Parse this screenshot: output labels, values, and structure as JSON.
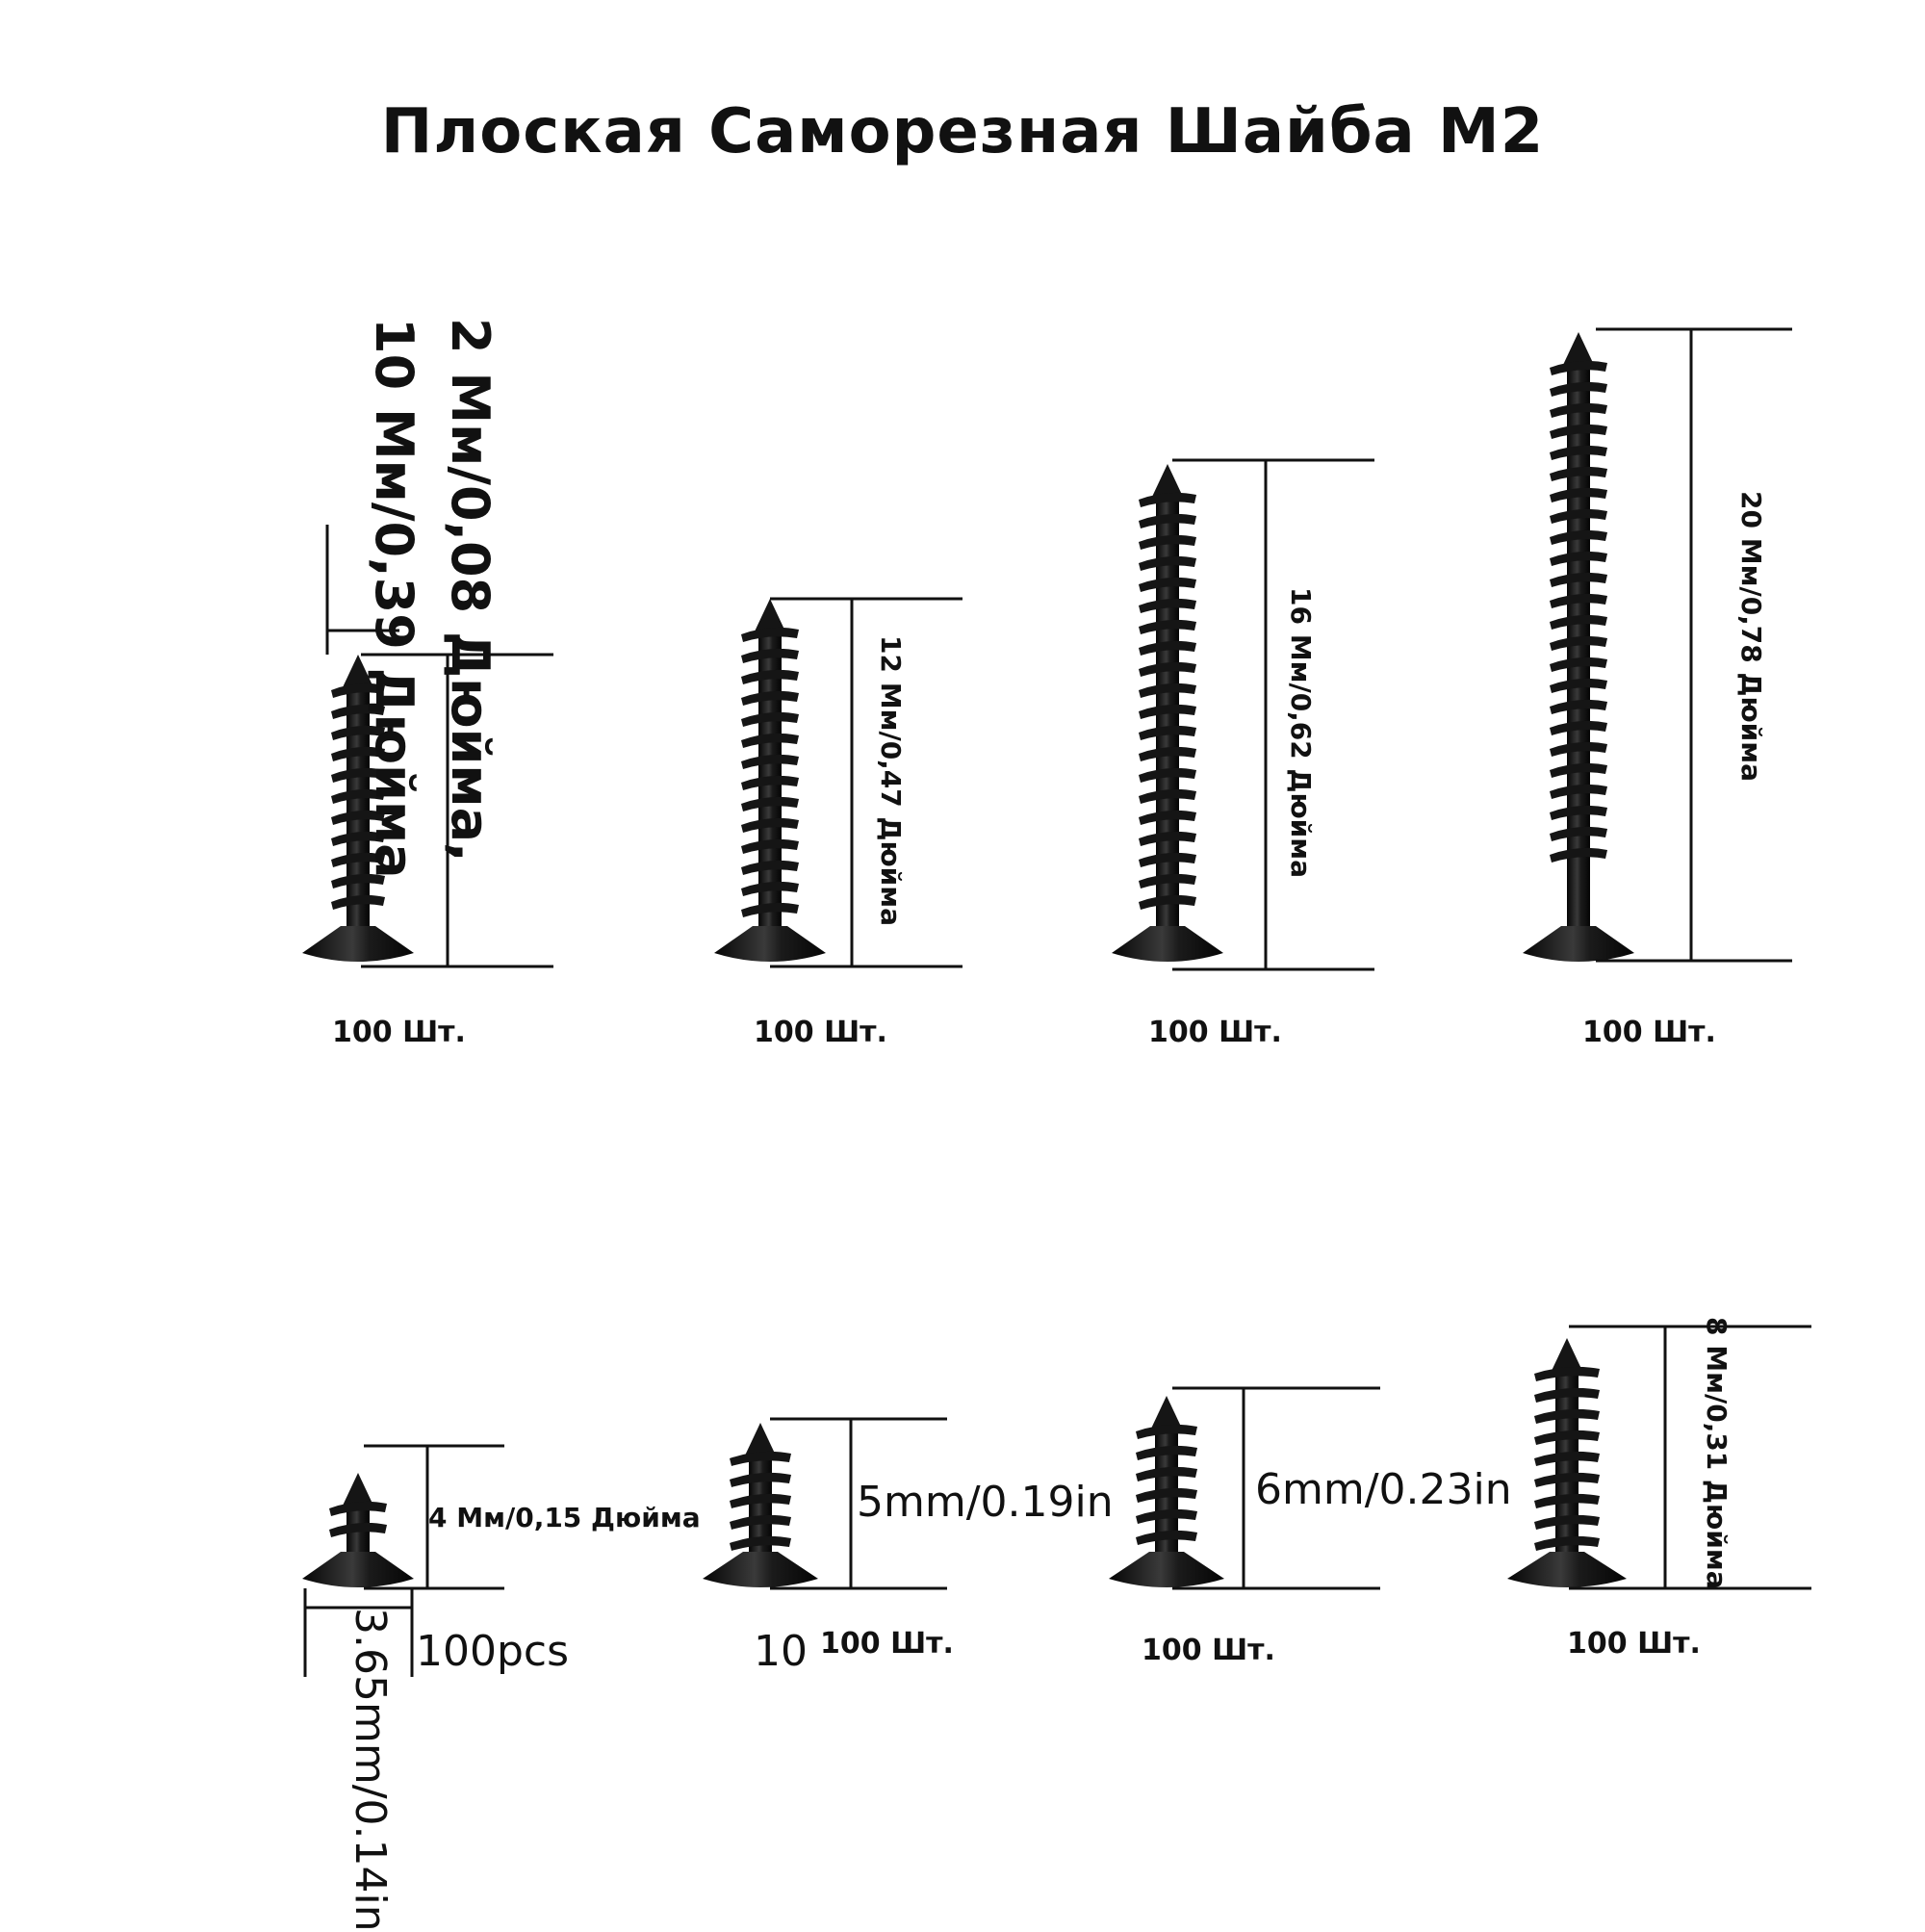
{
  "title": "Плоская Саморезная Шайба M2",
  "colors": {
    "screw": "#151515",
    "line": "#111111",
    "background": "#ffffff"
  },
  "screws": [
    {
      "id": "10mm",
      "length_mm": 10,
      "dimension": "10 Мм/0,39 Дюйма",
      "quantity": "100 Шт."
    },
    {
      "id": "12mm",
      "length_mm": 12,
      "dimension": "12 Мм/0,47 Дюйма",
      "quantity": "100 Шт."
    },
    {
      "id": "16mm",
      "length_mm": 16,
      "dimension": "16 Мм/0,62 Дюйма",
      "quantity": "100 Шт."
    },
    {
      "id": "20mm",
      "length_mm": 20,
      "dimension": "20 Мм/0,78 Дюйма",
      "quantity": "100 Шт."
    },
    {
      "id": "4mm",
      "length_mm": 4,
      "dimension": "4 Мм/0,15 Дюйма",
      "quantity": "100pcs",
      "head_dimension": "3.65mm/0.14in"
    },
    {
      "id": "5mm",
      "length_mm": 5,
      "dimension": "5mm/0.19in",
      "quantity": "100 Шт.",
      "quantity_fragment": "10"
    },
    {
      "id": "6mm",
      "length_mm": 6,
      "dimension": "6mm/0.23in",
      "quantity": "100 Шт."
    },
    {
      "id": "8mm",
      "length_mm": 8,
      "dimension": "8 Мм/0,31 Дюйма",
      "quantity": "100 Шт."
    }
  ],
  "overlay_dimension": "2 Мм/0,08 Дюйма,"
}
